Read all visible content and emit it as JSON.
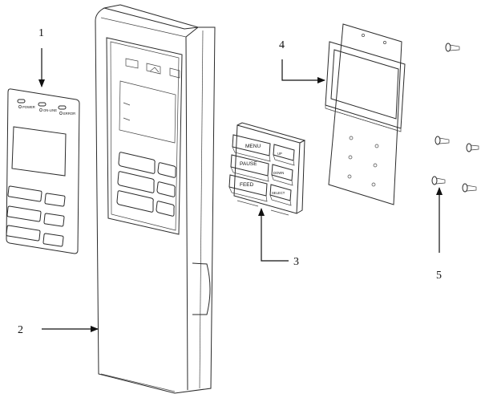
{
  "callouts": [
    {
      "id": "1",
      "label": "1"
    },
    {
      "id": "2",
      "label": "2"
    },
    {
      "id": "3",
      "label": "3"
    },
    {
      "id": "4",
      "label": "4"
    },
    {
      "id": "5",
      "label": "5"
    }
  ],
  "overlay_leds": [
    "POWER",
    "ON-LINE",
    "ERROR"
  ],
  "keypad_keys": {
    "menu": "MENU",
    "pause": "PAUSE",
    "feed": "FEED",
    "up": "UP",
    "down": "DOWN",
    "select": "SELECT"
  }
}
